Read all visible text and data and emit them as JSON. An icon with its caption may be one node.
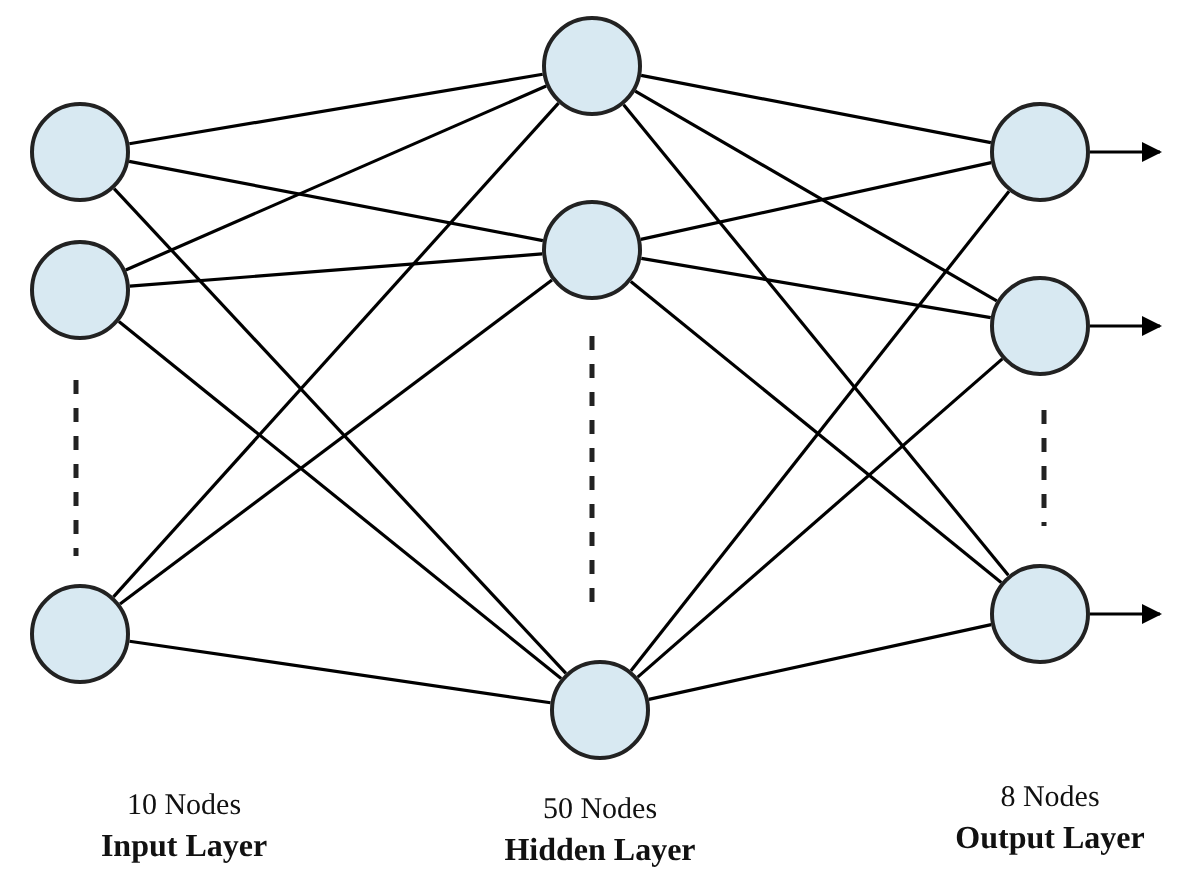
{
  "diagram": {
    "nodes": [
      {
        "text": [],
        "shape": "circle"
      },
      {
        "text": [],
        "shape": "circle"
      },
      {
        "text": [],
        "shape": "circle"
      },
      {
        "text": [],
        "shape": "circle"
      },
      {
        "text": [],
        "shape": "circle"
      },
      {
        "text": [],
        "shape": "circle"
      },
      {
        "text": [],
        "shape": "circle"
      },
      {
        "text": [],
        "shape": "circle"
      },
      {
        "text": [],
        "shape": "circle"
      }
    ],
    "edges": [
      {
        "from": 0,
        "to": 3,
        "arrow": "none"
      },
      {
        "from": 0,
        "to": 4,
        "arrow": "none"
      },
      {
        "from": 0,
        "to": 5,
        "arrow": "none"
      },
      {
        "from": 1,
        "to": 3,
        "arrow": "none"
      },
      {
        "from": 1,
        "to": 4,
        "arrow": "none"
      },
      {
        "from": 1,
        "to": 5,
        "arrow": "none"
      },
      {
        "from": 2,
        "to": 3,
        "arrow": "none"
      },
      {
        "from": 2,
        "to": 4,
        "arrow": "none"
      },
      {
        "from": 2,
        "to": 5,
        "arrow": "none"
      },
      {
        "from": 3,
        "to": 6,
        "arrow": "none"
      },
      {
        "from": 3,
        "to": 7,
        "arrow": "none"
      },
      {
        "from": 3,
        "to": 8,
        "arrow": "none"
      },
      {
        "from": 4,
        "to": 6,
        "arrow": "none"
      },
      {
        "from": 4,
        "to": 7,
        "arrow": "none"
      },
      {
        "from": 4,
        "to": 8,
        "arrow": "none"
      },
      {
        "from": 5,
        "to": 6,
        "arrow": "none"
      },
      {
        "from": 5,
        "to": 7,
        "arrow": "none"
      },
      {
        "from": 5,
        "to": 8,
        "arrow": "none"
      },
      {
        "from": 6,
        "to": null,
        "arrow": "to"
      },
      {
        "from": 7,
        "to": null,
        "arrow": "to"
      },
      {
        "from": 8,
        "to": null,
        "arrow": "to"
      }
    ],
    "labels": [
      "10 Nodes",
      "Input Layer",
      "50 Nodes",
      "Hidden Layer",
      "8 Nodes",
      "Output Layer"
    ]
  }
}
